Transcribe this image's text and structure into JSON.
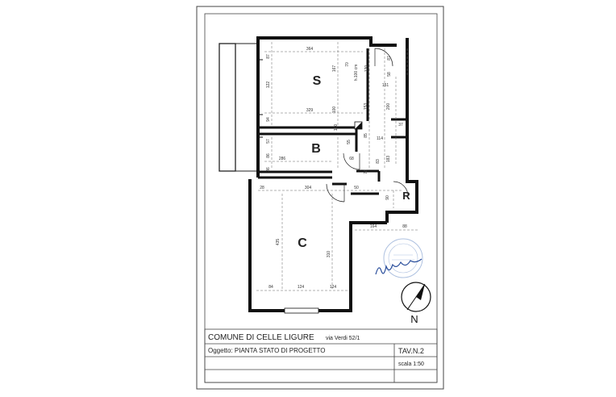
{
  "rooms": {
    "s": "S",
    "b": "B",
    "c": "C",
    "r": "R"
  },
  "north_label": "N",
  "dimensions": {
    "s_top_width": "364",
    "s_left_1": "87",
    "s_left_2": "122",
    "s_mid_1": "167",
    "s_mid_2": "100",
    "s_width_2": "329",
    "s_sill": "94",
    "top_right_a": "70",
    "top_right_b": "120",
    "top_right_c": "87",
    "top_right_d": "58",
    "top_right_e": "151",
    "top_right_f": "200",
    "top_right_g": "153",
    "top_right_h": "37",
    "height_note": "h.100 cm",
    "corr_1": "100",
    "corr_2": "114",
    "corr_3": "183",
    "b_left_1": "57",
    "b_left_2": "86",
    "b_left_3": "36",
    "b_width": "286",
    "b_mid_1": "55",
    "b_mid_2": "85",
    "b_mid_3": "78",
    "b_door": "68",
    "b_right": "83",
    "c_top_left": "28",
    "c_top_width": "304",
    "c_door": "50",
    "c_right": "90",
    "c_right_ext": "164",
    "c_right_ext2": "88",
    "c_height": "435",
    "c_height_inner": "310",
    "c_bottom_1": "84",
    "c_bottom_2": "124",
    "c_bottom_3": "124"
  },
  "title_block": {
    "municipality": "COMUNE DI CELLE LIGURE",
    "address": "via Verdi 52/1",
    "subject": "Oggetto: PIANTA STATO DI PROGETTO",
    "sheet": "TAV.N.2",
    "scale": "scala 1:50"
  }
}
